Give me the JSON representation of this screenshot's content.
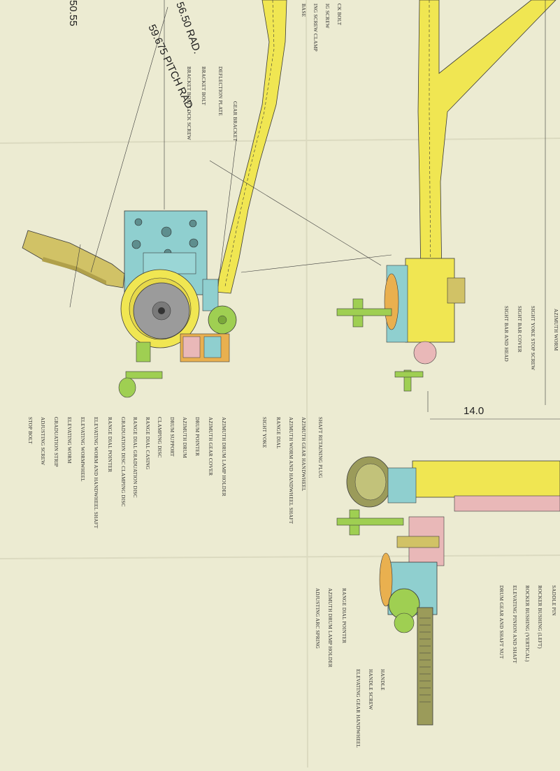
{
  "colors": {
    "paper": "#ecebd2",
    "yellow": "#f0e652",
    "blue": "#8fcfcf",
    "green": "#9fcf52",
    "pink": "#e9b8b8",
    "olive": "#d1c266",
    "orange": "#e9b04f",
    "gray": "#9b9b9b",
    "line": "#3a3a3a"
  },
  "dimensions": {
    "radius": "56.50 RAD.",
    "pitch_radius": "59.675 PITCH RAD.",
    "chord": "50.55",
    "spacing": "14.0"
  },
  "labels": {
    "top_left": [
      "BASE",
      "ING SCREW CLAMP",
      "IG SCREW",
      "CK BOLT"
    ],
    "left_upper": [
      "DEFLECTION PLATE",
      "BRACKET BOLT",
      "BRACKET BOLT LOCK SCREW",
      "GEAR BRACKET"
    ],
    "left_lower": [
      "STOP BOLT",
      "ADJUSTING SCREW",
      "GRADUATION STRIP",
      "ELEVATING WORM",
      "ELEVATING WORMWHEEL",
      "ELEVATING WORM AND HANDWHEEL SHAFT",
      "RANGE DIAL POINTER",
      "GRADUATION DISC CLAMPING DISC",
      "RANGE DIAL GRADUATION DISC",
      "RANGE DIAL CASING",
      "CLAMPING DISC",
      "DRUM SUPPORT",
      "AZIMUTH DRUM",
      "DRUM POINTER",
      "AZIMUTH GEAR COVER",
      "AZIMUTH DRUM LAMP HOLDER",
      "SIGHT YOKE",
      "RANGE DIAL",
      "AZIMUTH WORM AND HANDWHEEL SHAFT",
      "AZIMUTH GEAR HANDWHEEL",
      "SHAFT RETAINING PLUG"
    ],
    "right_upper": [
      "AZIMUTH WORM",
      "SIGHT YOKE STOP SCREW",
      "SIGHT BAR COVER",
      "SIGHT BAR AND HEAD"
    ],
    "right_lower": [
      "SADDLE PIN",
      "ROCKER BUSHING (LEFT)",
      "ROCKER BUSHING (VERTICAL)",
      "ELEVATING PINION AND SHAFT",
      "DRUM GEAR AND SHAFT NUT",
      "HANDLE",
      "HANDLE SCREW",
      "ELEVATING GEAR HANDWHEEL",
      "RANGE DIAL POINTER",
      "AZIMUTH DRUM LAMP HOLDER",
      "ADJUSTING ARC SPRING"
    ]
  }
}
